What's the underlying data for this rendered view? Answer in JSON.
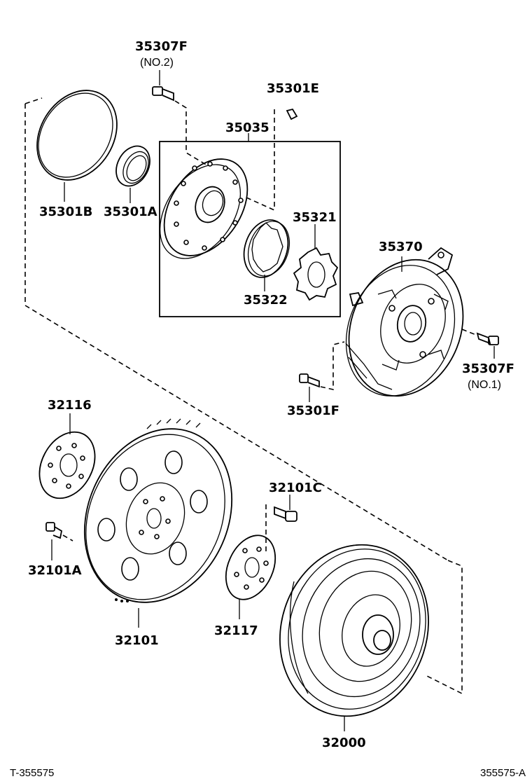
{
  "parts": {
    "p35307F_no2": "35307F",
    "p35307F_no2_sub": "(NO.2)",
    "p35301E": "35301E",
    "p35035": "35035",
    "p35301B": "35301B",
    "p35301A": "35301A",
    "p35321": "35321",
    "p35322": "35322",
    "p35370": "35370",
    "p35307F_no1": "35307F",
    "p35307F_no1_sub": "(NO.1)",
    "p35301F": "35301F",
    "p32116": "32116",
    "p32101C": "32101C",
    "p32101A": "32101A",
    "p32101": "32101",
    "p32117": "32117",
    "p32000": "32000"
  },
  "footer": {
    "left_code": "T-355575",
    "right_code": "355575-A"
  }
}
